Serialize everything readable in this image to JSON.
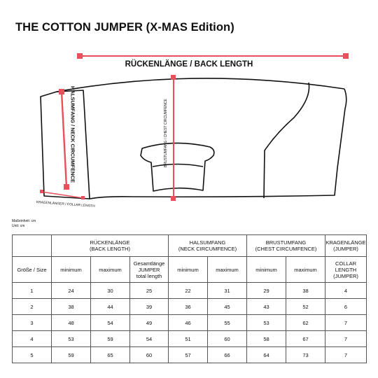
{
  "title": "THE COTTON JUMPER (X-MAS Edition)",
  "diagram": {
    "back_length_label": "RÜCKENLÄNGE / BACK LENGTH",
    "neck_label": "HALSUMFANG / NECK CIRCUMFENCE",
    "chest_label": "BRUSTUMFANG / CHEST CIRCUMFENCE",
    "collar_label": "KRAGENLÄNGER / COLLAR LENGTH",
    "accent_color": "#e8505b"
  },
  "units": {
    "line1": "Maßeinheit: cm",
    "line2": "Unit: cm"
  },
  "table": {
    "group_headers": {
      "back_de": "RÜCKENLÄNGE",
      "back_en": "(BACK LENGTH)",
      "neck_de": "HALSUMFANG",
      "neck_en": "(NECK CIRCUMFENCE)",
      "chest_de": "BRUSTUMFANG",
      "chest_en": "(CHEST CIRCUMFENCE)",
      "collar_de": "KRAGENLÄNGE",
      "collar_en": "(JUMPER)"
    },
    "sub_headers": {
      "size": "Größe / Size",
      "back_min": "minimum",
      "back_max": "maximum",
      "total_1": "Gesamtlänge",
      "total_2": "JUMPER",
      "total_3": "total length",
      "neck_min": "minimum",
      "neck_max": "maximum",
      "chest_min": "minimum",
      "chest_max": "maximum",
      "collar_1": "COLLAR",
      "collar_2": "LENGTH",
      "collar_3": "(JUMPER)"
    },
    "rows": [
      [
        "1",
        "24",
        "30",
        "25",
        "22",
        "31",
        "29",
        "38",
        "4"
      ],
      [
        "2",
        "38",
        "44",
        "39",
        "36",
        "45",
        "43",
        "52",
        "6"
      ],
      [
        "3",
        "48",
        "54",
        "49",
        "46",
        "55",
        "53",
        "62",
        "7"
      ],
      [
        "4",
        "53",
        "59",
        "54",
        "51",
        "60",
        "58",
        "67",
        "7"
      ],
      [
        "5",
        "59",
        "65",
        "60",
        "57",
        "66",
        "64",
        "73",
        "7"
      ]
    ]
  }
}
